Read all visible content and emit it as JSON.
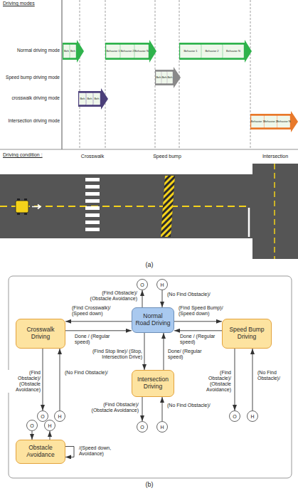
{
  "diagram": {
    "nodes": [
      {
        "text": [
          "Normal Road Driving"
        ]
      },
      {
        "text": [
          "O"
        ]
      },
      {
        "text": [
          "H"
        ]
      },
      {
        "text": [
          "Crosswalk Driving"
        ]
      },
      {
        "text": [
          "O"
        ]
      },
      {
        "text": [
          "H"
        ]
      },
      {
        "text": [
          "Speed Bump Driving"
        ]
      },
      {
        "text": [
          "O"
        ]
      },
      {
        "text": [
          "H"
        ]
      },
      {
        "text": [
          "Intersection Driving"
        ]
      },
      {
        "text": [
          "O"
        ]
      },
      {
        "text": [
          "H"
        ]
      },
      {
        "text": [
          "O"
        ]
      },
      {
        "text": [
          "H"
        ]
      },
      {
        "text": [
          "Obstacle Avoidance"
        ]
      }
    ],
    "edges": [
      {
        "from": 0,
        "to": 1,
        "arrow": "to",
        "label": "(Find Obstacle)/ (Obstacle Avoidance)"
      },
      {
        "from": 2,
        "to": 0,
        "arrow": "to",
        "label": "(No Find Obstacle)/"
      },
      {
        "from": 0,
        "to": 3,
        "arrow": "to",
        "label": "(Find Crosswalk)/ (Speed down)"
      },
      {
        "from": 3,
        "to": 0,
        "arrow": "to",
        "label": "Done / (Regular speed)"
      },
      {
        "from": 0,
        "to": 6,
        "arrow": "to",
        "label": "(Find Speed Bump)/ (Speed down)"
      },
      {
        "from": 6,
        "to": 0,
        "arrow": "to",
        "label": "Done / (Regular speed)"
      },
      {
        "from": 0,
        "to": 9,
        "arrow": "to",
        "label": "(Find Stop line)/ (Stop, Intersection Drive)"
      },
      {
        "from": 9,
        "to": 0,
        "arrow": "to",
        "label": "Done/ (Regular speed)"
      },
      {
        "from": 3,
        "to": 4,
        "arrow": "to",
        "label": "(Find Obstacle)/ (Obstacle Avoidance)"
      },
      {
        "from": 5,
        "to": 3,
        "arrow": "to",
        "label": "(No Find Obstacle)/"
      },
      {
        "from": 6,
        "to": 7,
        "arrow": "to",
        "label": "(Find Obstacle)/ (Obstacle Avoidance)"
      },
      {
        "from": 8,
        "to": 6,
        "arrow": "to",
        "label": "(No Find Obstacle)/"
      },
      {
        "from": 9,
        "to": 10,
        "arrow": "to",
        "label": "(Find Obstacle)/ (Obstacle Avoidance)"
      },
      {
        "from": 11,
        "to": 9,
        "arrow": "to",
        "label": "(No Find Obstacle)/"
      },
      {
        "from": 12,
        "to": 14,
        "arrow": "to"
      },
      {
        "from": 14,
        "to": 13,
        "arrow": "to"
      },
      {
        "from": 14,
        "to": 14,
        "arrow": "to",
        "label": "/(Speed down, Avoidance)"
      }
    ],
    "labels": [
      "Driving modes",
      "Normal driving mode",
      "Speed bump driving mode",
      "crosswalk driving mode",
      "Intersection driving mode",
      "Driving condition :",
      "Crosswalk",
      "Speed bump",
      "Intersection",
      "(a)",
      "(b)",
      "Beh",
      "Beh",
      "Beh",
      "Beh",
      "Beh",
      "Behavior 1",
      "Behavior 2",
      "Behavior N",
      "Beh",
      "Beh",
      "Beh",
      "Behavior 1",
      "Behavior 2",
      "Behavior N",
      "Behavior 1",
      "Behavior 2",
      "Behavior N"
    ]
  }
}
